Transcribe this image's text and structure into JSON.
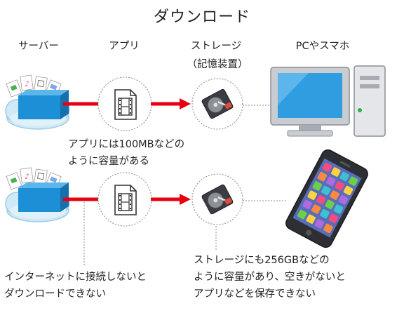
{
  "title": "ダウンロード",
  "headers": {
    "server": "サーバー",
    "app": "アプリ",
    "storage": "ストレージ",
    "storage_sub": "（記憶装置）",
    "device": "PCやスマホ"
  },
  "notes": {
    "app_size_1": "アプリには100MBなどの",
    "app_size_2": "ように容量がある",
    "internet_1": "インターネットに接続しないと",
    "internet_2": "ダウンロードできない",
    "storage_1": "ストレージにも256GBなどの",
    "storage_2": "ように容量があり、空きがないと",
    "storage_3": "アプリなどを保存できない"
  },
  "colors": {
    "arrow": "#e60012",
    "cloud": "#cfe9f6",
    "box": "#1d8fd6",
    "monitor_body": "#c9ccd1",
    "screen": "#2f9de0"
  },
  "icons": [
    "server-cloud-icon",
    "film-file-icon",
    "hard-disk-icon",
    "desktop-pc-icon",
    "smartphone-icon"
  ]
}
